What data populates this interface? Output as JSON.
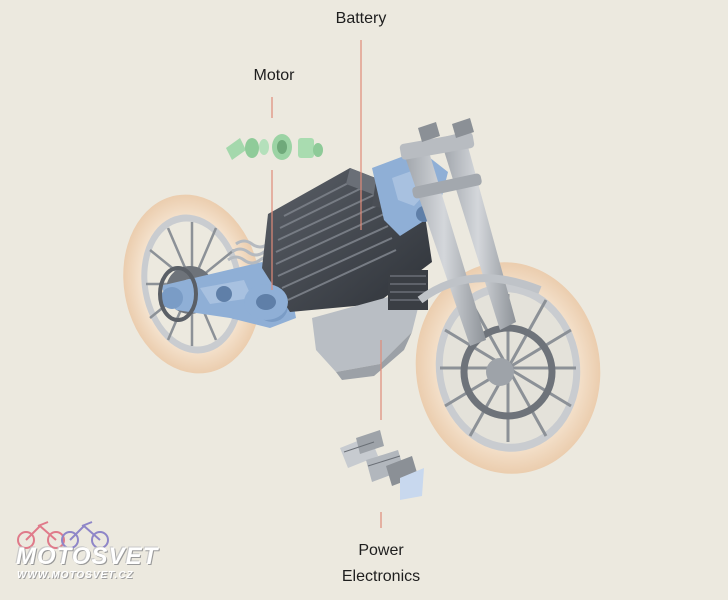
{
  "labels": {
    "battery": "Battery",
    "motor": "Motor",
    "power_line1": "Power",
    "power_line2": "Electronics"
  },
  "watermark": {
    "brand": "MOTOSVET",
    "url": "WWW.MOTOSVET.CZ"
  },
  "colors": {
    "background": "#ECE9DF",
    "leader_line": "#E08A78",
    "tire": "#F3DDC4",
    "frame_blue": "#8FAFD6",
    "motor_green": "#9FD4A8",
    "metal_dark": "#3C4046",
    "metal_light": "#AFB4BA"
  }
}
